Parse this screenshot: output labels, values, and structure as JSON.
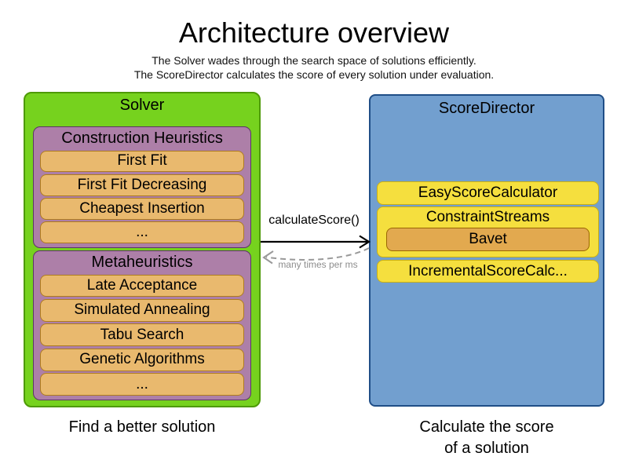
{
  "title": "Architecture overview",
  "subtitle_line1": "The Solver wades through the search space of solutions efficiently.",
  "subtitle_line2": "The ScoreDirector calculates the score of every solution under evaluation.",
  "solver": {
    "title": "Solver",
    "caption": "Find a better solution",
    "construction": {
      "title": "Construction Heuristics",
      "items": [
        "First Fit",
        "First Fit Decreasing",
        "Cheapest Insertion",
        "..."
      ]
    },
    "metaheuristics": {
      "title": "Metaheuristics",
      "items": [
        "Late Acceptance",
        "Simulated Annealing",
        "Tabu Search",
        "Genetic Algorithms",
        "..."
      ]
    }
  },
  "scoredirector": {
    "title": "ScoreDirector",
    "caption_line1": "Calculate the score",
    "caption_line2": "of a solution",
    "easy_score_calculator": "EasyScoreCalculator",
    "constraint_streams": "ConstraintStreams",
    "bavet": "Bavet",
    "incremental": "IncrementalScoreCalc..."
  },
  "arrow": {
    "label": "calculateScore()",
    "sublabel": "many times per ms"
  },
  "colors": {
    "solver_fill": "#76d21e",
    "solver_border": "#4e9a06",
    "phase_fill": "#ad7fa8",
    "phase_border": "#5c3566",
    "algorithm_fill": "#e9b96e",
    "algorithm_border": "#ae7c1e",
    "scoredirector_fill": "#729fcf",
    "scoredirector_border": "#1f4e87",
    "calculator_fill": "#f5df3e",
    "calculator_border": "#c9b013",
    "bavet_fill": "#e2a94f",
    "bavet_border": "#9a6603",
    "dashed_arrow": "#999999"
  }
}
